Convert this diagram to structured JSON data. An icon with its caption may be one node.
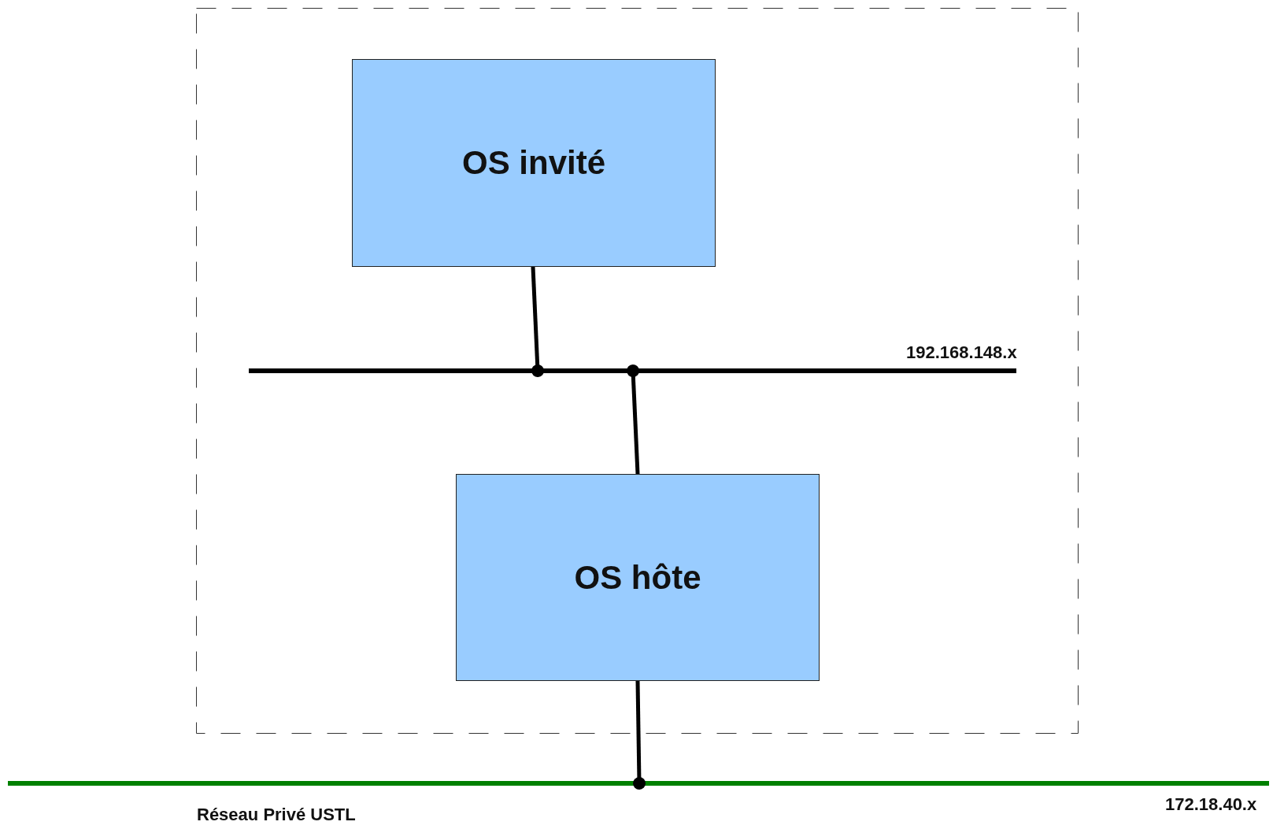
{
  "diagram": {
    "nodes": [
      {
        "text": [],
        "shape": "box"
      },
      {
        "text": [
          "OS invité"
        ],
        "in": 0
      },
      {
        "text": [
          "192.168.148.x"
        ],
        "in": 0
      },
      {
        "text": [
          "OS hôte"
        ],
        "in": 0
      },
      {
        "text": [
          "Réseau Privé USTL",
          "172.18.40.x"
        ]
      }
    ],
    "edges": [
      {
        "from": 1,
        "to": 2,
        "arrow": "other"
      },
      {
        "from": 3,
        "to": 2,
        "arrow": "other"
      },
      {
        "from": 3,
        "to": 4,
        "arrow": "other",
        "color": "#000000"
      }
    ]
  }
}
